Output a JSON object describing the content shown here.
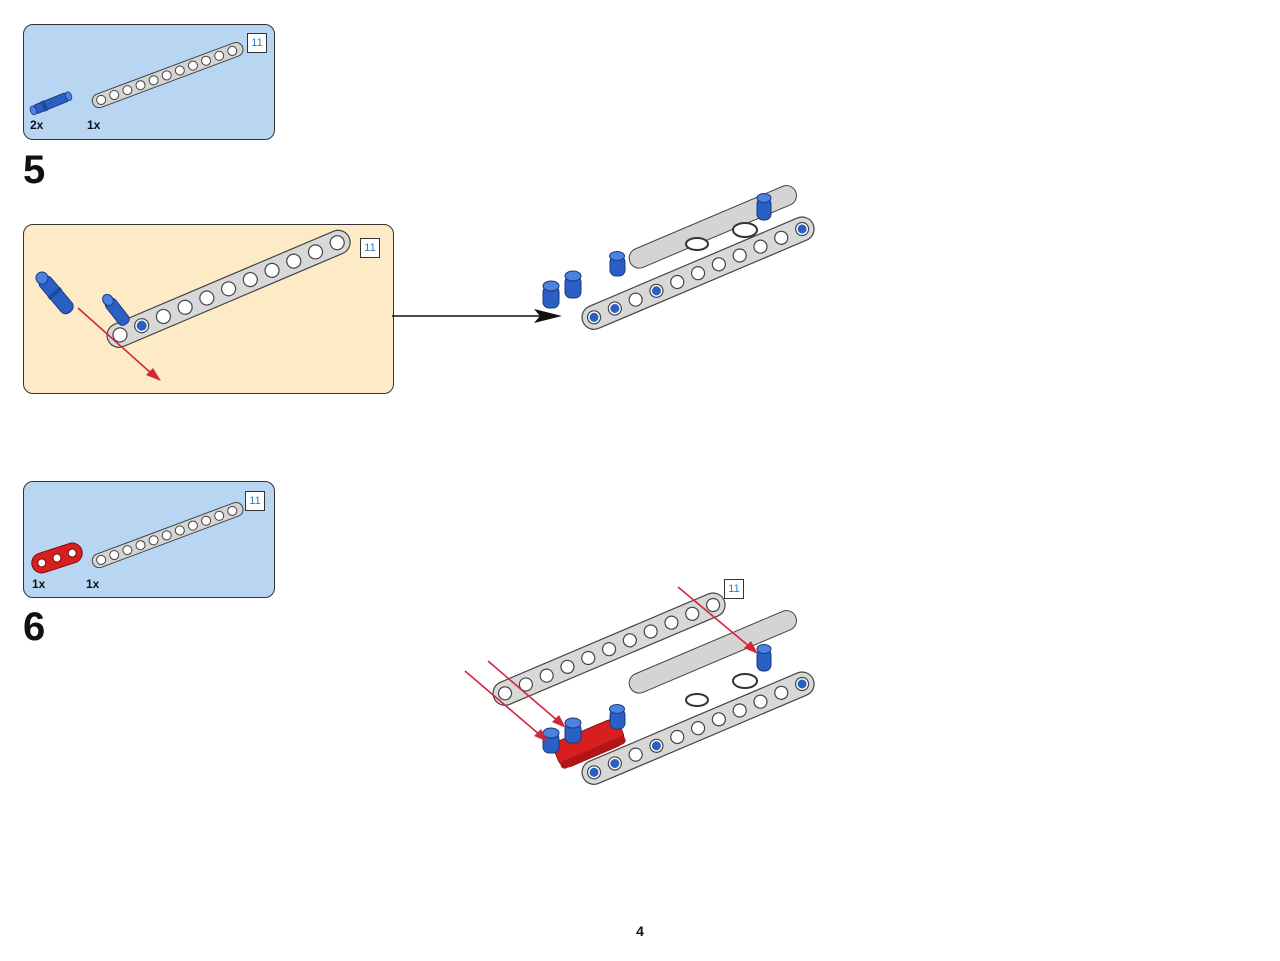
{
  "step5": {
    "number": "5",
    "parts": [
      {
        "quantity": "2x",
        "part": "blue-axle-pin-icon"
      },
      {
        "quantity": "1x",
        "part": "gray-beam-11-icon",
        "length_label": "11"
      }
    ],
    "subassembly_length_label": "11"
  },
  "step6": {
    "number": "6",
    "parts": [
      {
        "quantity": "1x",
        "part": "red-beam-3-icon"
      },
      {
        "quantity": "1x",
        "part": "gray-beam-11-icon",
        "length_label": "11"
      }
    ],
    "assembly_length_label": "11"
  },
  "page_number": "4",
  "colors": {
    "parts_box": "#b8d5f2",
    "subassembly_box": "#fdebc8",
    "beam_gray": "#d4d4d4",
    "pin_blue": "#2a5fc4",
    "beam_red": "#d81f1f",
    "arrow_red": "#d0283a"
  }
}
